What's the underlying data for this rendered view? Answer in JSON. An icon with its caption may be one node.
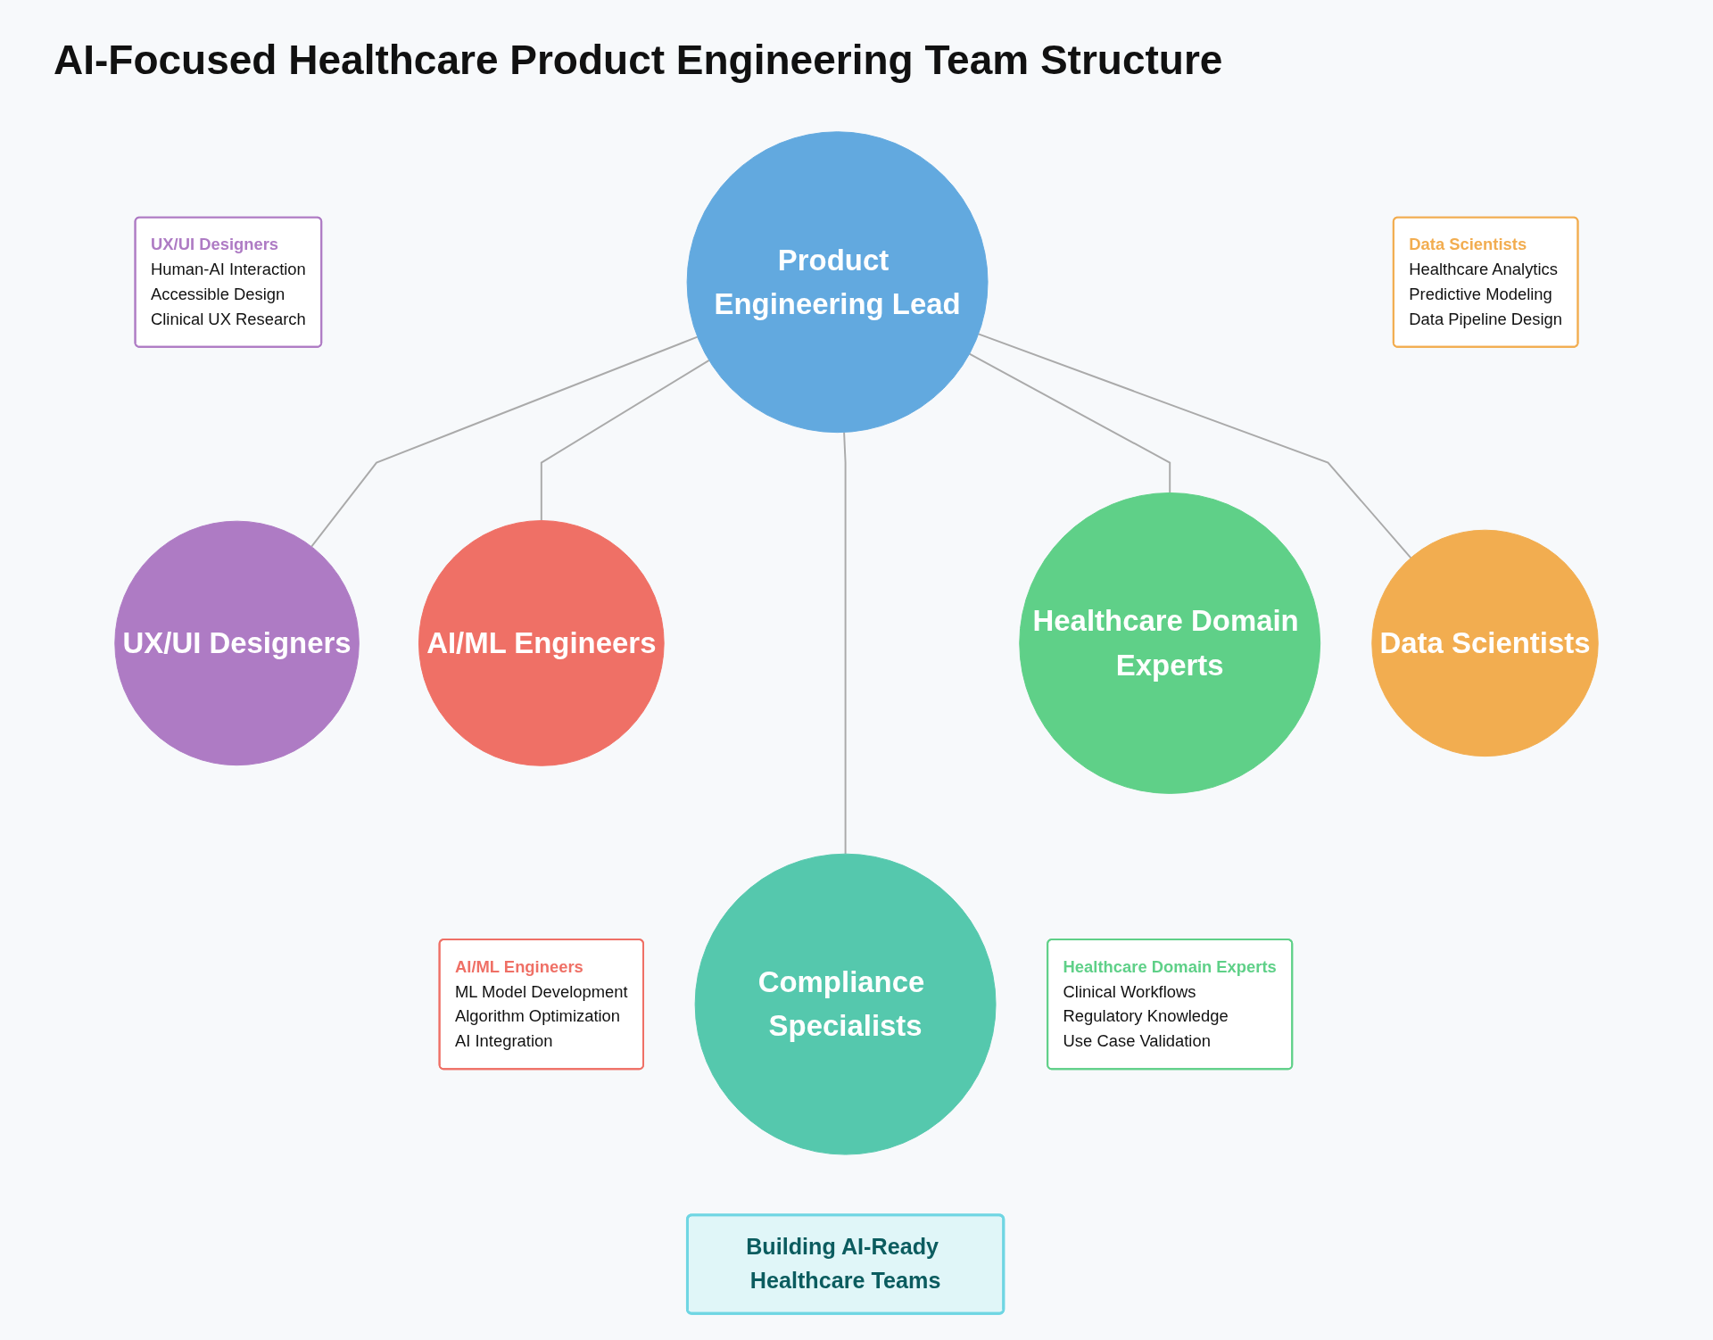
{
  "diagram": {
    "title": "AI-Focused Healthcare Product Engineering Team Structure",
    "nodes": [
      {
        "text": [
          "UX/UI Designers",
          "Human-AI Interaction",
          "Accessible Design",
          "Clinical UX Research"
        ]
      },
      {
        "text": [
          "Data Scientists",
          "Healthcare Analytics",
          "Predictive Modeling",
          "Data Pipeline Design"
        ]
      },
      {
        "text": [
          "Product Engineering Lead"
        ]
      },
      {
        "text": [
          "UX/UI Designers"
        ]
      },
      {
        "text": [
          "Data Scientists"
        ]
      },
      {
        "text": [
          "AI/ML Engineers"
        ]
      },
      {
        "text": [
          "Healthcare Domain Experts"
        ]
      },
      {
        "text": [
          "Compliance Specialists"
        ]
      },
      {
        "text": [
          "AI/ML Engineers",
          "ML Model Development",
          "Algorithm Optimization",
          "AI Integration"
        ]
      },
      {
        "text": [
          "Healthcare Domain Experts",
          "Clinical Workflows",
          "Regulatory Knowledge",
          "Use Case Validation"
        ]
      },
      {
        "text": [
          "Building AI-Ready Healthcare Teams"
        ]
      }
    ],
    "edges": [
      {
        "from": 2,
        "to": 3,
        "arrow": "none"
      },
      {
        "from": 2,
        "to": 5,
        "arrow": "none"
      },
      {
        "from": 2,
        "to": 7,
        "arrow": "none"
      },
      {
        "from": 2,
        "to": 6,
        "arrow": "none"
      },
      {
        "from": 2,
        "to": 4,
        "arrow": "none"
      }
    ]
  }
}
